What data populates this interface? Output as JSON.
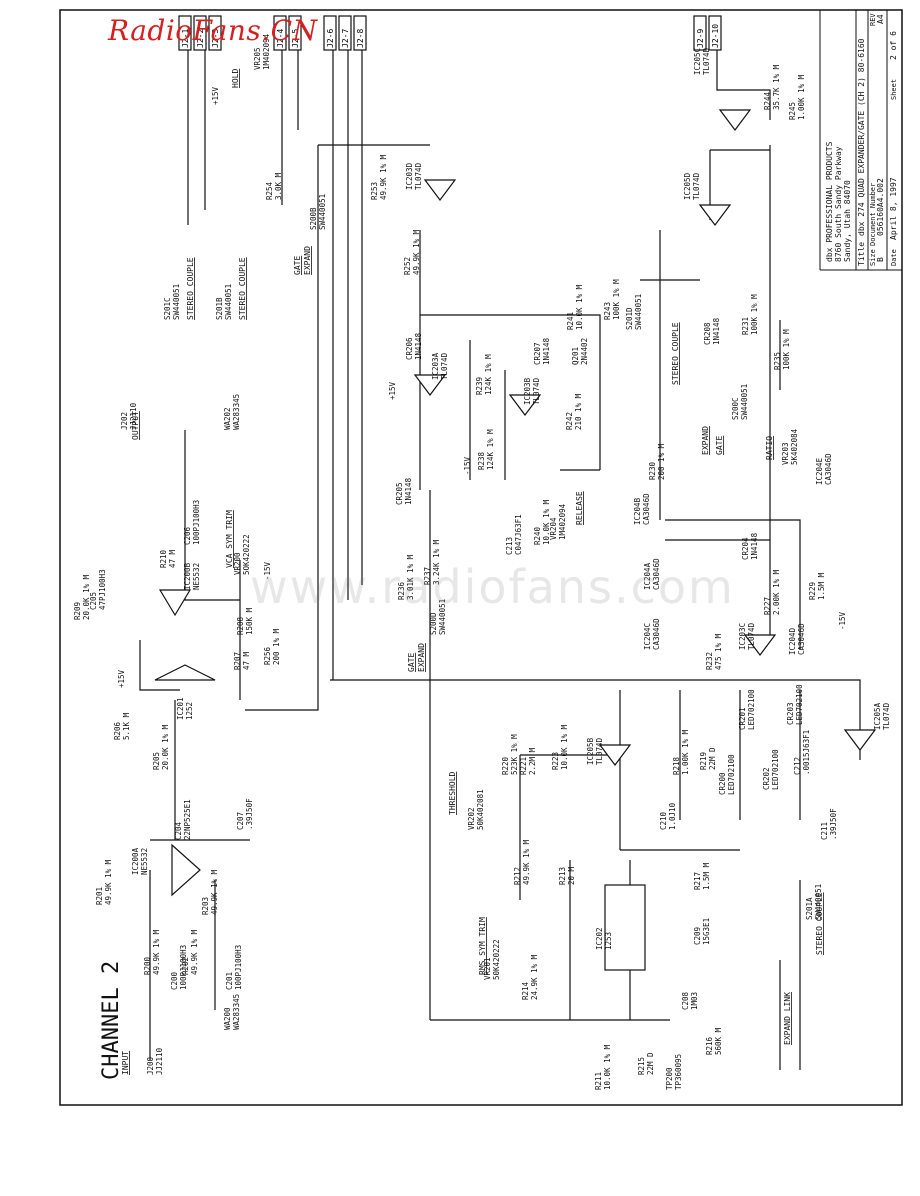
{
  "watermark": {
    "logo": "RadioFans.CN",
    "site": "www.radiofans.com"
  },
  "title_block": {
    "company": "dbx PROFESSIONAL PRODUCTS",
    "address1": "8760 South Sandy Parkway",
    "address2": "Sandy, Utah 84070",
    "title_label": "Title",
    "title": "dbx 274 QUAD EXPANDER/GATE (CH 2) 80-6160",
    "size_label": "Size",
    "size": "B",
    "docnum_label": "Document Number",
    "docnum": "056160A4.002",
    "rev_label": "REV",
    "rev": "A4",
    "date_label": "Date",
    "date": "April 8, 1997",
    "sheet_label": "Sheet",
    "sheet": "2 of 6"
  },
  "channel_label": "CHANNEL 2",
  "net_labels": [
    "J2-1",
    "J2-2",
    "J2-3",
    "J2-4",
    "J2-5",
    "J2-6",
    "J2-7",
    "J2-8",
    "J2-9",
    "J2-10"
  ],
  "rails": {
    "pos": "+15V",
    "neg": "-15V"
  },
  "sections": {
    "input": "INPUT",
    "output": "OUTPUT",
    "threshold": "THRESHOLD",
    "release": "RELEASE",
    "ratio": "RATIO",
    "gate": "GATE",
    "expand": "EXPAND",
    "stereo_couple": "STEREO COUPLE",
    "expand_link": "EXPAND LINK",
    "rms_sym_trim": "RMS SYM TRIM",
    "vca_sym_trim": "VCA SYM TRIM",
    "hold": "HOLD"
  },
  "components": [
    {
      "ref": "J200",
      "val": "JJ2110"
    },
    {
      "ref": "WA200",
      "val": "WA283345"
    },
    {
      "ref": "C200",
      "val": "100PJ100H3"
    },
    {
      "ref": "R200",
      "val": "49.9K 1% M"
    },
    {
      "ref": "R202",
      "val": "49.9K 1% M"
    },
    {
      "ref": "C201",
      "val": "100PJ100H3"
    },
    {
      "ref": "R201",
      "val": "49.9K 1% M"
    },
    {
      "ref": "R203",
      "val": "49.9K 1% M"
    },
    {
      "ref": "IC200A",
      "val": "NE5532"
    },
    {
      "ref": "C207",
      "val": ".39J50F"
    },
    {
      "ref": "C204",
      "val": "22NP525E1"
    },
    {
      "ref": "R205",
      "val": "20.0K 1% M"
    },
    {
      "ref": "R206",
      "val": "5.1K M"
    },
    {
      "ref": "IC201",
      "val": "1252"
    },
    {
      "ref": "R207",
      "val": "47 M"
    },
    {
      "ref": "R208",
      "val": "150K M"
    },
    {
      "ref": "R256",
      "val": "200 1% M"
    },
    {
      "ref": "VR200",
      "val": "5OK420222"
    },
    {
      "ref": "R209",
      "val": "20.0K 1% M"
    },
    {
      "ref": "C205",
      "val": "47PJ100H3"
    },
    {
      "ref": "IC200B",
      "val": "NE5532"
    },
    {
      "ref": "R210",
      "val": "47 M"
    },
    {
      "ref": "C206",
      "val": "100PJ100H3"
    },
    {
      "ref": "J202",
      "val": "JJ2110"
    },
    {
      "ref": "WA202",
      "val": "WA283345"
    },
    {
      "ref": "S201C",
      "val": "SW440051"
    },
    {
      "ref": "S201B",
      "val": "SW440051"
    },
    {
      "ref": "VR205",
      "val": "1M402094"
    },
    {
      "ref": "R254",
      "val": "3.0K M"
    },
    {
      "ref": "S200B",
      "val": "SW440051"
    },
    {
      "ref": "R253",
      "val": "49.9K 1% M"
    },
    {
      "ref": "IC203D",
      "val": "TL074D"
    },
    {
      "ref": "R252",
      "val": "49.9K 1% M"
    },
    {
      "ref": "CR206",
      "val": "1N4148"
    },
    {
      "ref": "IC203A",
      "val": "TL074D"
    },
    {
      "ref": "R239",
      "val": "124K 1% M"
    },
    {
      "ref": "R238",
      "val": "124K 1% M"
    },
    {
      "ref": "CR207",
      "val": "1N4148"
    },
    {
      "ref": "IC203B",
      "val": "TL074D"
    },
    {
      "ref": "Q201",
      "val": "2N4402"
    },
    {
      "ref": "R241",
      "val": "10.0K 1% M"
    },
    {
      "ref": "R243",
      "val": "100K 1% M"
    },
    {
      "ref": "R242",
      "val": "210 1% M"
    },
    {
      "ref": "CR205",
      "val": "1N4148"
    },
    {
      "ref": "R236",
      "val": "3.01K 1% M"
    },
    {
      "ref": "R237",
      "val": "3.24K 1% M"
    },
    {
      "ref": "C213",
      "val": "C047J63F1"
    },
    {
      "ref": "R240",
      "val": "10.0K 1% M"
    },
    {
      "ref": "VR204",
      "val": "1M402094"
    },
    {
      "ref": "S200D",
      "val": "SW440051"
    },
    {
      "ref": "IC205C",
      "val": "TL074D"
    },
    {
      "ref": "R244",
      "val": "35.7K 1% M"
    },
    {
      "ref": "R245",
      "val": "1.00K 1% M"
    },
    {
      "ref": "IC205D",
      "val": "TL074D"
    },
    {
      "ref": "S201D",
      "val": "SW440051"
    },
    {
      "ref": "R231",
      "val": "100K 1% M"
    },
    {
      "ref": "CR208",
      "val": "1N4148"
    },
    {
      "ref": "R235",
      "val": "100K 1% M"
    },
    {
      "ref": "S200C",
      "val": "SW440051"
    },
    {
      "ref": "VR203",
      "val": "5K402084"
    },
    {
      "ref": "R230",
      "val": "200 1% M"
    },
    {
      "ref": "IC204E",
      "val": "CA3046D"
    },
    {
      "ref": "IC204B",
      "val": "CA3046D"
    },
    {
      "ref": "IC204A",
      "val": "CA3046D"
    },
    {
      "ref": "CR204",
      "val": "1N4148"
    },
    {
      "ref": "R227",
      "val": "2.00K 1% M"
    },
    {
      "ref": "R229",
      "val": "1.5M M"
    },
    {
      "ref": "IC204C",
      "val": "CA3046D"
    },
    {
      "ref": "IC203C",
      "val": "TL074D"
    },
    {
      "ref": "IC204D",
      "val": "CA3046D"
    },
    {
      "ref": "R232",
      "val": "475 1% M"
    },
    {
      "ref": "CR201",
      "val": "LED702100"
    },
    {
      "ref": "CR203",
      "val": "LED702100"
    },
    {
      "ref": "IC205A",
      "val": "TL074D"
    },
    {
      "ref": "R219",
      "val": "22M D"
    },
    {
      "ref": "R218",
      "val": "1.00K 1% M"
    },
    {
      "ref": "CR200",
      "val": "LED702100"
    },
    {
      "ref": "CR202",
      "val": "LED702100"
    },
    {
      "ref": "C212",
      "val": ".0015J63F1"
    },
    {
      "ref": "C210",
      "val": "1.0J10"
    },
    {
      "ref": "C211",
      "val": ".39J50F"
    },
    {
      "ref": "VR202",
      "val": "50K402081"
    },
    {
      "ref": "R220",
      "val": "523K 1% M"
    },
    {
      "ref": "R221",
      "val": "2.2M M"
    },
    {
      "ref": "R223",
      "val": "10.0K 1% M"
    },
    {
      "ref": "IC205B",
      "val": "TL074D"
    },
    {
      "ref": "R217",
      "val": "1.5M M"
    },
    {
      "ref": "R212",
      "val": "49.9K 1% M"
    },
    {
      "ref": "R213",
      "val": "20 M"
    },
    {
      "ref": "IC202",
      "val": "1253"
    },
    {
      "ref": "C209",
      "val": "15G3E1"
    },
    {
      "ref": "VR201",
      "val": "50K420222"
    },
    {
      "ref": "R214",
      "val": "24.9K 1% M"
    },
    {
      "ref": "C208",
      "val": "1M03"
    },
    {
      "ref": "R211",
      "val": "10.0K 1% M"
    },
    {
      "ref": "R215",
      "val": "22M D"
    },
    {
      "ref": "R216",
      "val": "560K M"
    },
    {
      "ref": "TP200",
      "val": "TP360095"
    },
    {
      "ref": "S201A",
      "val": "SW440051"
    }
  ]
}
